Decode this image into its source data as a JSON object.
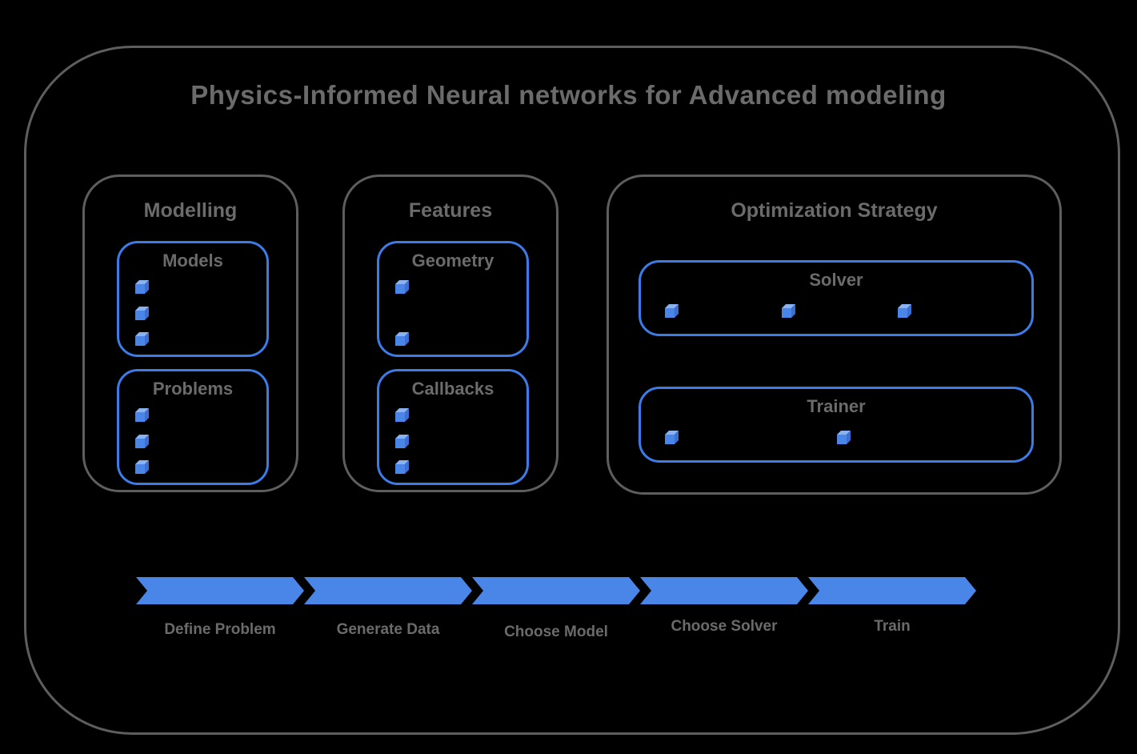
{
  "title": "Physics-Informed Neural networks for Advanced modeling",
  "groups": [
    {
      "label": "Modelling",
      "boxes": [
        {
          "label": "Models",
          "bullets": 3,
          "layout": "vertical"
        },
        {
          "label": "Problems",
          "bullets": 3,
          "layout": "vertical"
        }
      ]
    },
    {
      "label": "Features",
      "boxes": [
        {
          "label": "Geometry",
          "bullets": 2,
          "layout": "vertical"
        },
        {
          "label": "Callbacks",
          "bullets": 3,
          "layout": "vertical"
        }
      ]
    },
    {
      "label": "Optimization Strategy",
      "boxes": [
        {
          "label": "Solver",
          "bullets": 3,
          "layout": "horizontal"
        },
        {
          "label": "Trainer",
          "bullets": 2,
          "layout": "horizontal"
        }
      ]
    }
  ],
  "pipeline": {
    "steps": [
      "Define Problem",
      "Generate Data",
      "Choose Model",
      "Choose Solver",
      "Train"
    ]
  },
  "icons": {
    "bullet": "cube-icon"
  },
  "colors": {
    "accent_blue": "#4a86e8",
    "blue_border": "#3d7ce8",
    "cube_top": "#8ab2f2",
    "cube_side": "#3b6fd4",
    "outline_gray": "#5e5e5e",
    "text_gray": "#6b6b6b",
    "background": "#000000"
  }
}
